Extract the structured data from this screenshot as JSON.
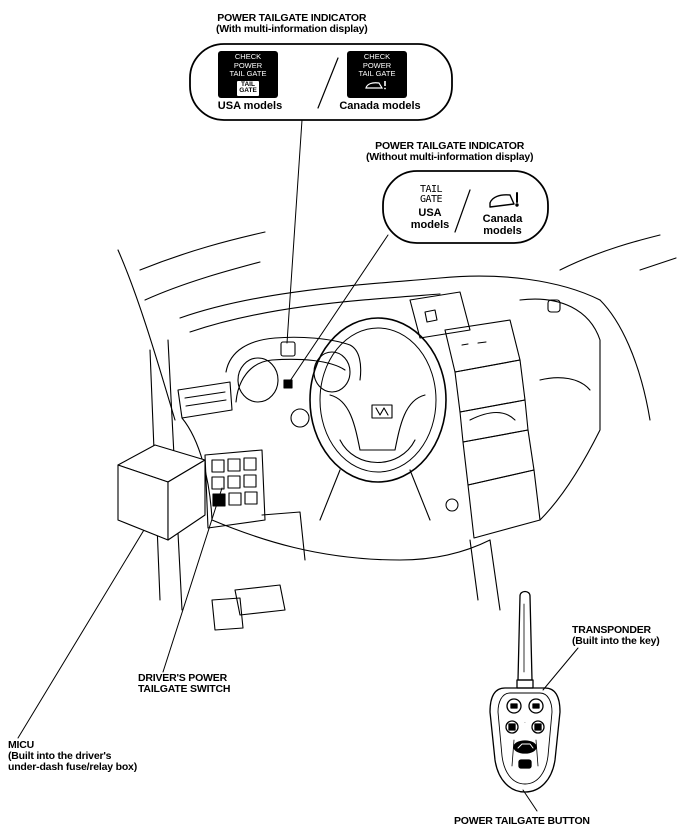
{
  "indicator_with_mid": {
    "title_line1": "POWER TAILGATE INDICATOR",
    "title_line2": "(With multi-information display)",
    "usa_display": {
      "line1": "CHECK",
      "line2": "POWER",
      "line3": "TAIL GATE",
      "badge_line1": "TAIL",
      "badge_line2": "GATE"
    },
    "canada_display": {
      "line1": "CHECK",
      "line2": "POWER",
      "line3": "TAIL GATE"
    },
    "usa_label": "USA models",
    "canada_label": "Canada models",
    "separator": "/"
  },
  "indicator_without_mid": {
    "title_line1": "POWER TAILGATE INDICATOR",
    "title_line2": "(Without multi-information display)",
    "usa_symbol_line1": "TAIL",
    "usa_symbol_line2": "GATE",
    "usa_label_line1": "USA",
    "usa_label_line2": "models",
    "canada_label_line1": "Canada",
    "canada_label_line2": "models",
    "separator": "/"
  },
  "callouts": {
    "transponder_line1": "TRANSPONDER",
    "transponder_line2": "(Built into the key)",
    "switch_line1": "DRIVER'S POWER",
    "switch_line2": "TAILGATE SWITCH",
    "micu_line1": "MICU",
    "micu_line2": "(Built into the driver's",
    "micu_line3": "under-dash fuse/relay box)",
    "button": "POWER TAILGATE BUTTON"
  },
  "icons": [
    "tailgate-warning-icon",
    "lock-icon",
    "unlock-icon",
    "sliding-door-icon",
    "tailgate-icon",
    "panic-icon"
  ]
}
